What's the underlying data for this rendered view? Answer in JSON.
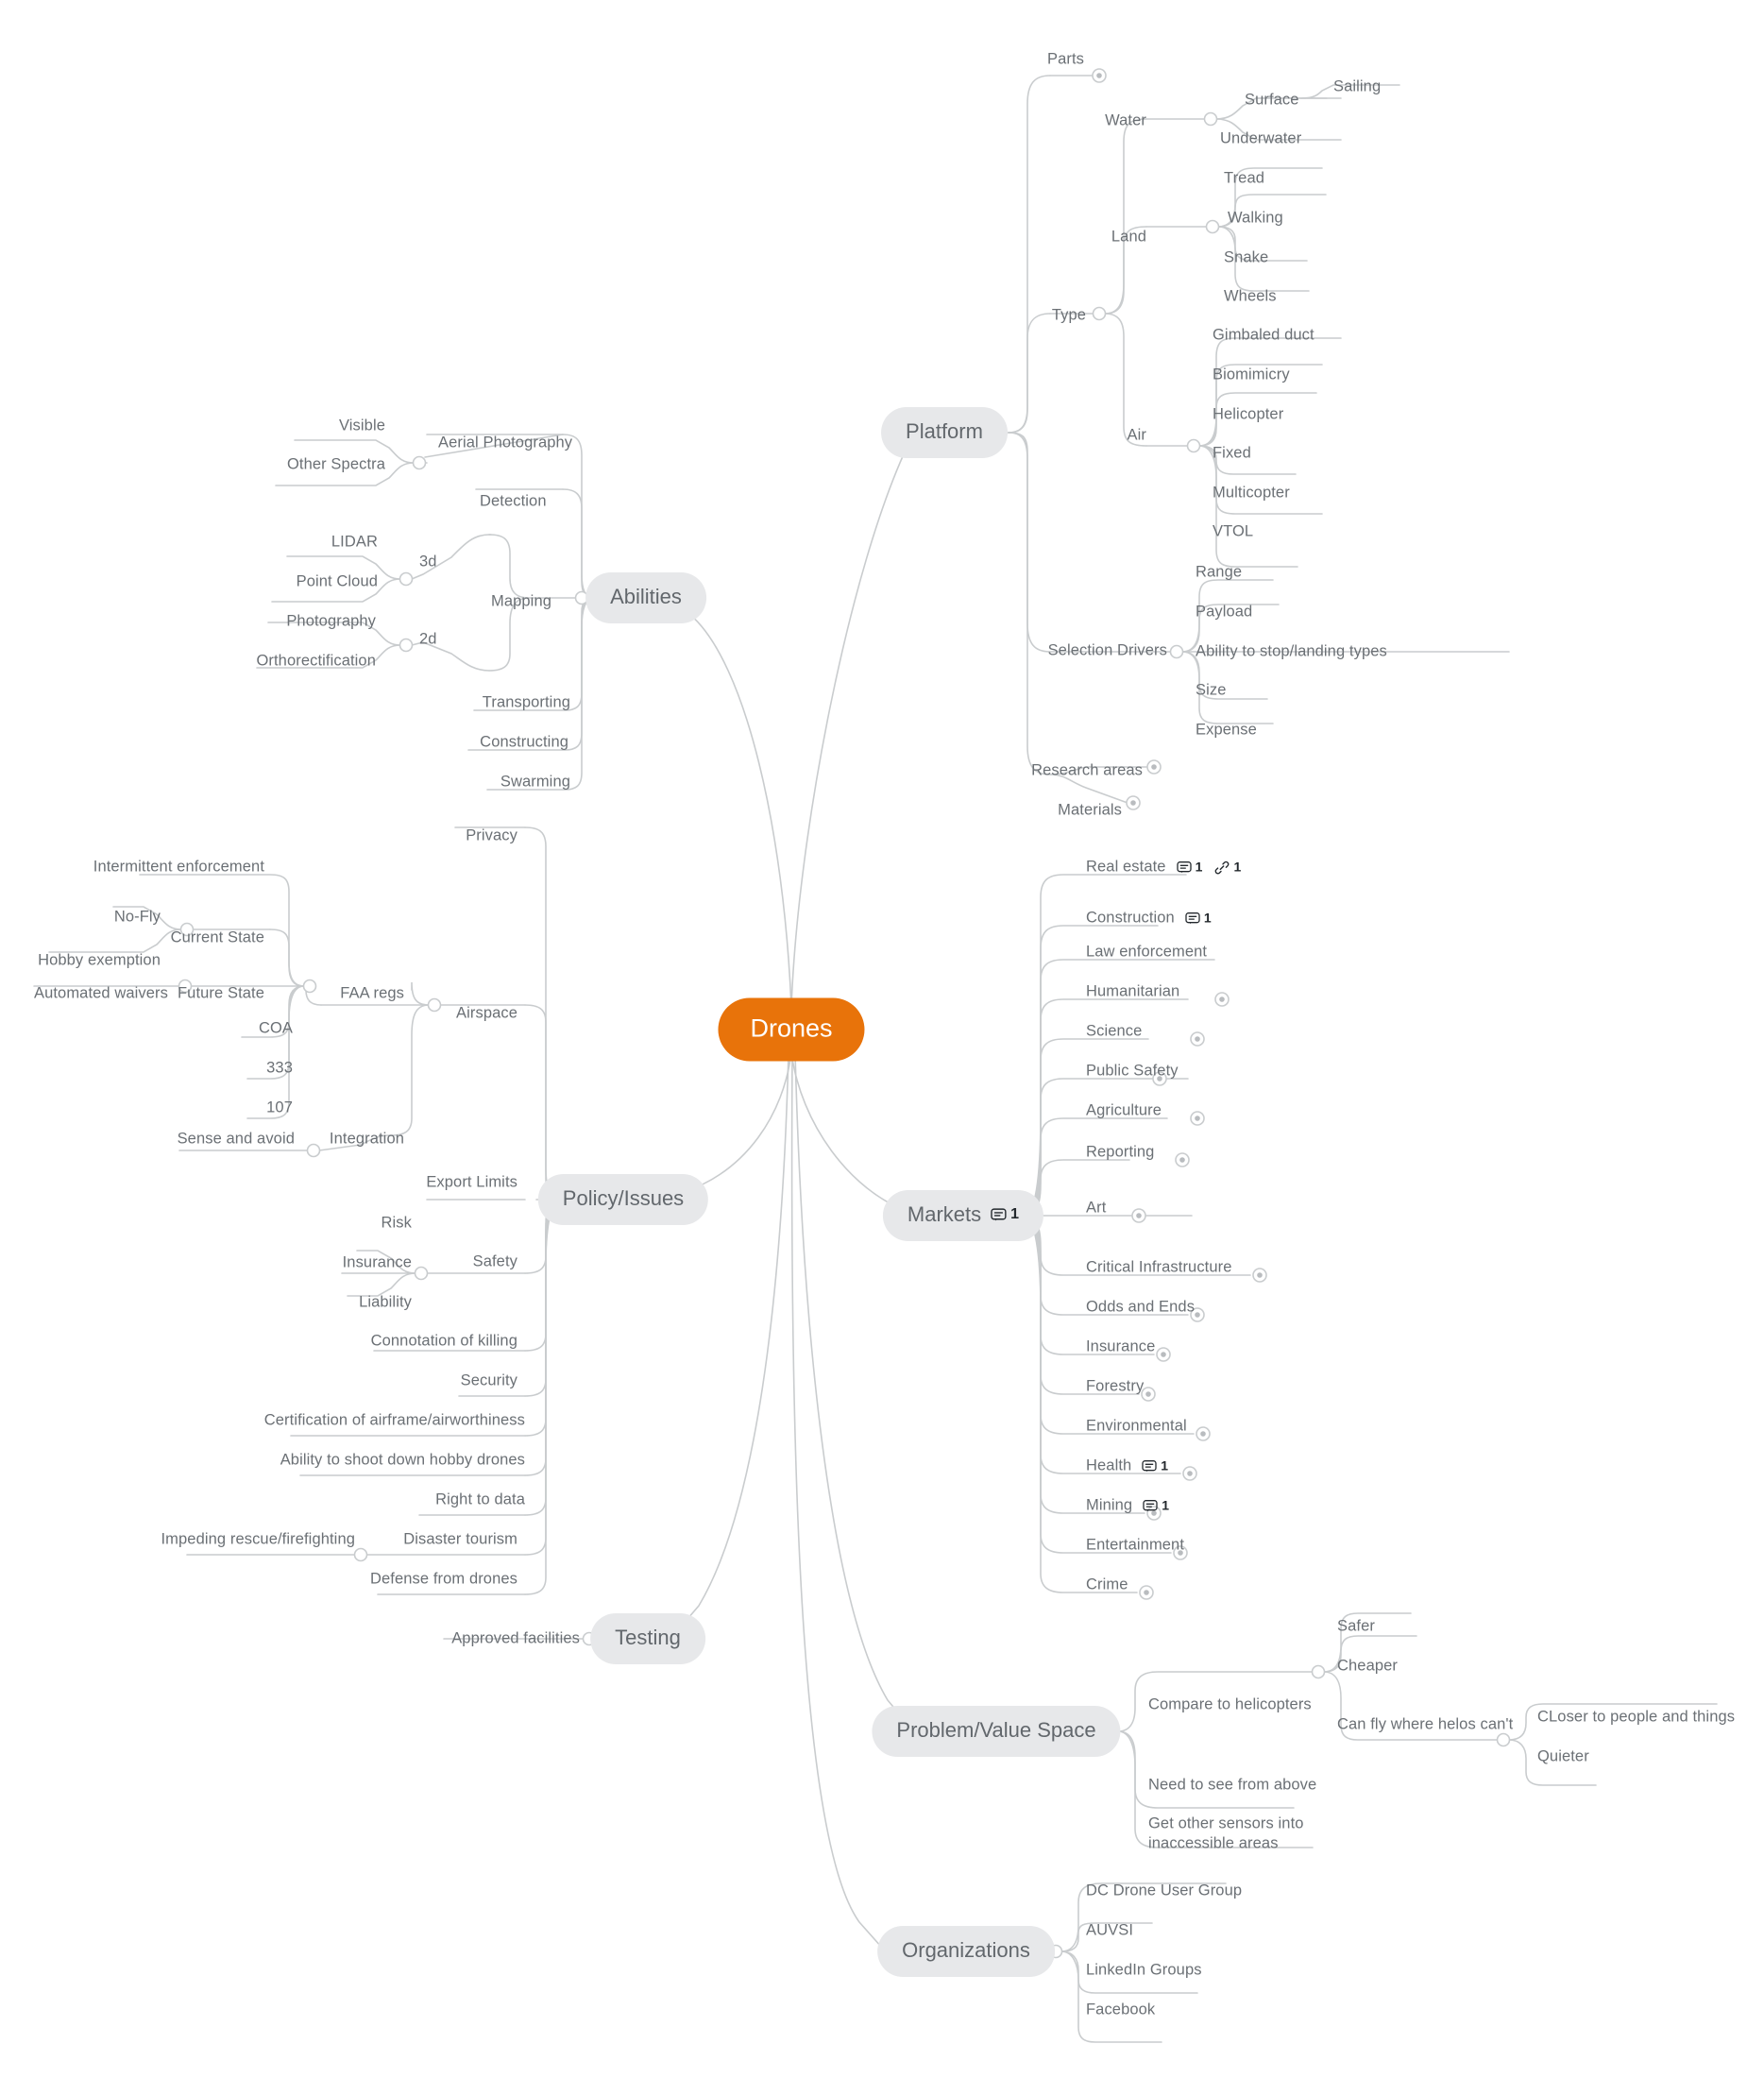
{
  "colors": {
    "root_fill": "#e8730a",
    "root_text": "#ffffff",
    "branch_fill": "#e7e8ea",
    "branch_text": "#62676c",
    "node_text": "#6b7075",
    "wire": "#c9ccce",
    "badge_text": "#23282d",
    "background": "#ffffff"
  },
  "root": {
    "label": "Drones"
  },
  "branches": {
    "platform": {
      "label": "Platform"
    },
    "abilities": {
      "label": "Abilities"
    },
    "policy": {
      "label": "Policy/Issues"
    },
    "markets": {
      "label": "Markets",
      "notes": "1"
    },
    "testing": {
      "label": "Testing"
    },
    "problem_value": {
      "label": "Problem/Value Space"
    },
    "organizations": {
      "label": "Organizations"
    }
  },
  "platform": {
    "parts": "Parts",
    "type": "Type",
    "water": "Water",
    "water_children": [
      "Surface",
      "Underwater"
    ],
    "surface_child": "Sailing",
    "land": "Land",
    "land_children": [
      "Tread",
      "Walking",
      "Snake",
      "Wheels"
    ],
    "air": "Air",
    "air_children": [
      "Gimbaled duct",
      "Biomimicry",
      "Helicopter",
      "Fixed",
      "Multicopter",
      "VTOL"
    ],
    "selection_drivers": "Selection Drivers",
    "selection_children": [
      "Range",
      "Payload",
      "Ability to stop/landing types",
      "Size",
      "Expense"
    ],
    "research_areas": "Research areas",
    "materials": "Materials"
  },
  "abilities": {
    "aerial_photography": "Aerial Photography",
    "aerial_children": [
      "Visible",
      "Other Spectra"
    ],
    "detection": "Detection",
    "mapping": "Mapping",
    "mapping_3d": "3d",
    "mapping_3d_children": [
      "LIDAR",
      "Point Cloud"
    ],
    "mapping_2d": "2d",
    "mapping_2d_children": [
      "Photography",
      "Orthorectification"
    ],
    "transporting": "Transporting",
    "constructing": "Constructing",
    "swarming": "Swarming"
  },
  "policy": {
    "privacy": "Privacy",
    "airspace": "Airspace",
    "faa_regs": "FAA regs",
    "current_state": "Current State",
    "current_children": [
      "No-Fly",
      "Hobby exemption"
    ],
    "intermittent_enforcement": "Intermittent enforcement",
    "future_state": "Future State",
    "future_children": [
      "Automated waivers"
    ],
    "coa": "COA",
    "part_333": "333",
    "part_107": "107",
    "integration": "Integration",
    "integration_children": [
      "Sense and avoid"
    ],
    "export_limits": "Export Limits",
    "safety": "Safety",
    "safety_children": [
      "Risk",
      "Insurance",
      "Liability"
    ],
    "connotation_of_killing": "Connotation of killing",
    "security": "Security",
    "certification": "Certification of airframe/airworthiness",
    "shoot_down": "Ability to shoot down hobby drones",
    "right_to_data": "Right to data",
    "disaster_tourism": "Disaster tourism",
    "disaster_children": [
      "Impeding rescue/firefighting"
    ],
    "defense_from_drones": "Defense from drones"
  },
  "markets": {
    "items": [
      {
        "label": "Real estate",
        "notes": "1",
        "links": "1",
        "collapsed": false
      },
      {
        "label": "Construction",
        "notes": "1",
        "collapsed": false
      },
      {
        "label": "Law enforcement",
        "collapsed": true
      },
      {
        "label": "Humanitarian",
        "collapsed": true
      },
      {
        "label": "Science",
        "collapsed": true
      },
      {
        "label": "Public Safety",
        "collapsed": true
      },
      {
        "label": "Agriculture",
        "collapsed": true
      },
      {
        "label": "Reporting",
        "collapsed": true
      },
      {
        "label": "Art",
        "collapsed": true
      },
      {
        "label": "Critical Infrastructure",
        "collapsed": true
      },
      {
        "label": "Odds and Ends",
        "collapsed": true
      },
      {
        "label": "Insurance",
        "collapsed": true
      },
      {
        "label": "Forestry",
        "collapsed": true
      },
      {
        "label": "Environmental",
        "collapsed": true
      },
      {
        "label": "Health",
        "notes": "1",
        "collapsed": true
      },
      {
        "label": "Mining",
        "notes": "1",
        "collapsed": false
      },
      {
        "label": "Entertainment",
        "collapsed": true
      },
      {
        "label": "Crime",
        "collapsed": true
      }
    ]
  },
  "testing": {
    "approved_facilities": "Approved facilities"
  },
  "problem_value": {
    "compare_to_helicopters": "Compare to helicopters",
    "compare_children": [
      "Safer",
      "Cheaper",
      "Can fly where helos can't"
    ],
    "cant_fly_children": [
      "CLoser to people and things",
      "Quieter"
    ],
    "need_to_see_from_above": "Need to see from above",
    "other_sensors": "Get other sensors into inaccessible areas"
  },
  "organizations": {
    "items": [
      "DC Drone User Group",
      "AUVSI",
      "LinkedIn Groups",
      "Facebook"
    ]
  },
  "icons": {
    "note": "note-icon",
    "link": "link-icon",
    "collapsed_handle": "collapsed-node-handle",
    "expanded_handle": "expanded-node-handle"
  }
}
